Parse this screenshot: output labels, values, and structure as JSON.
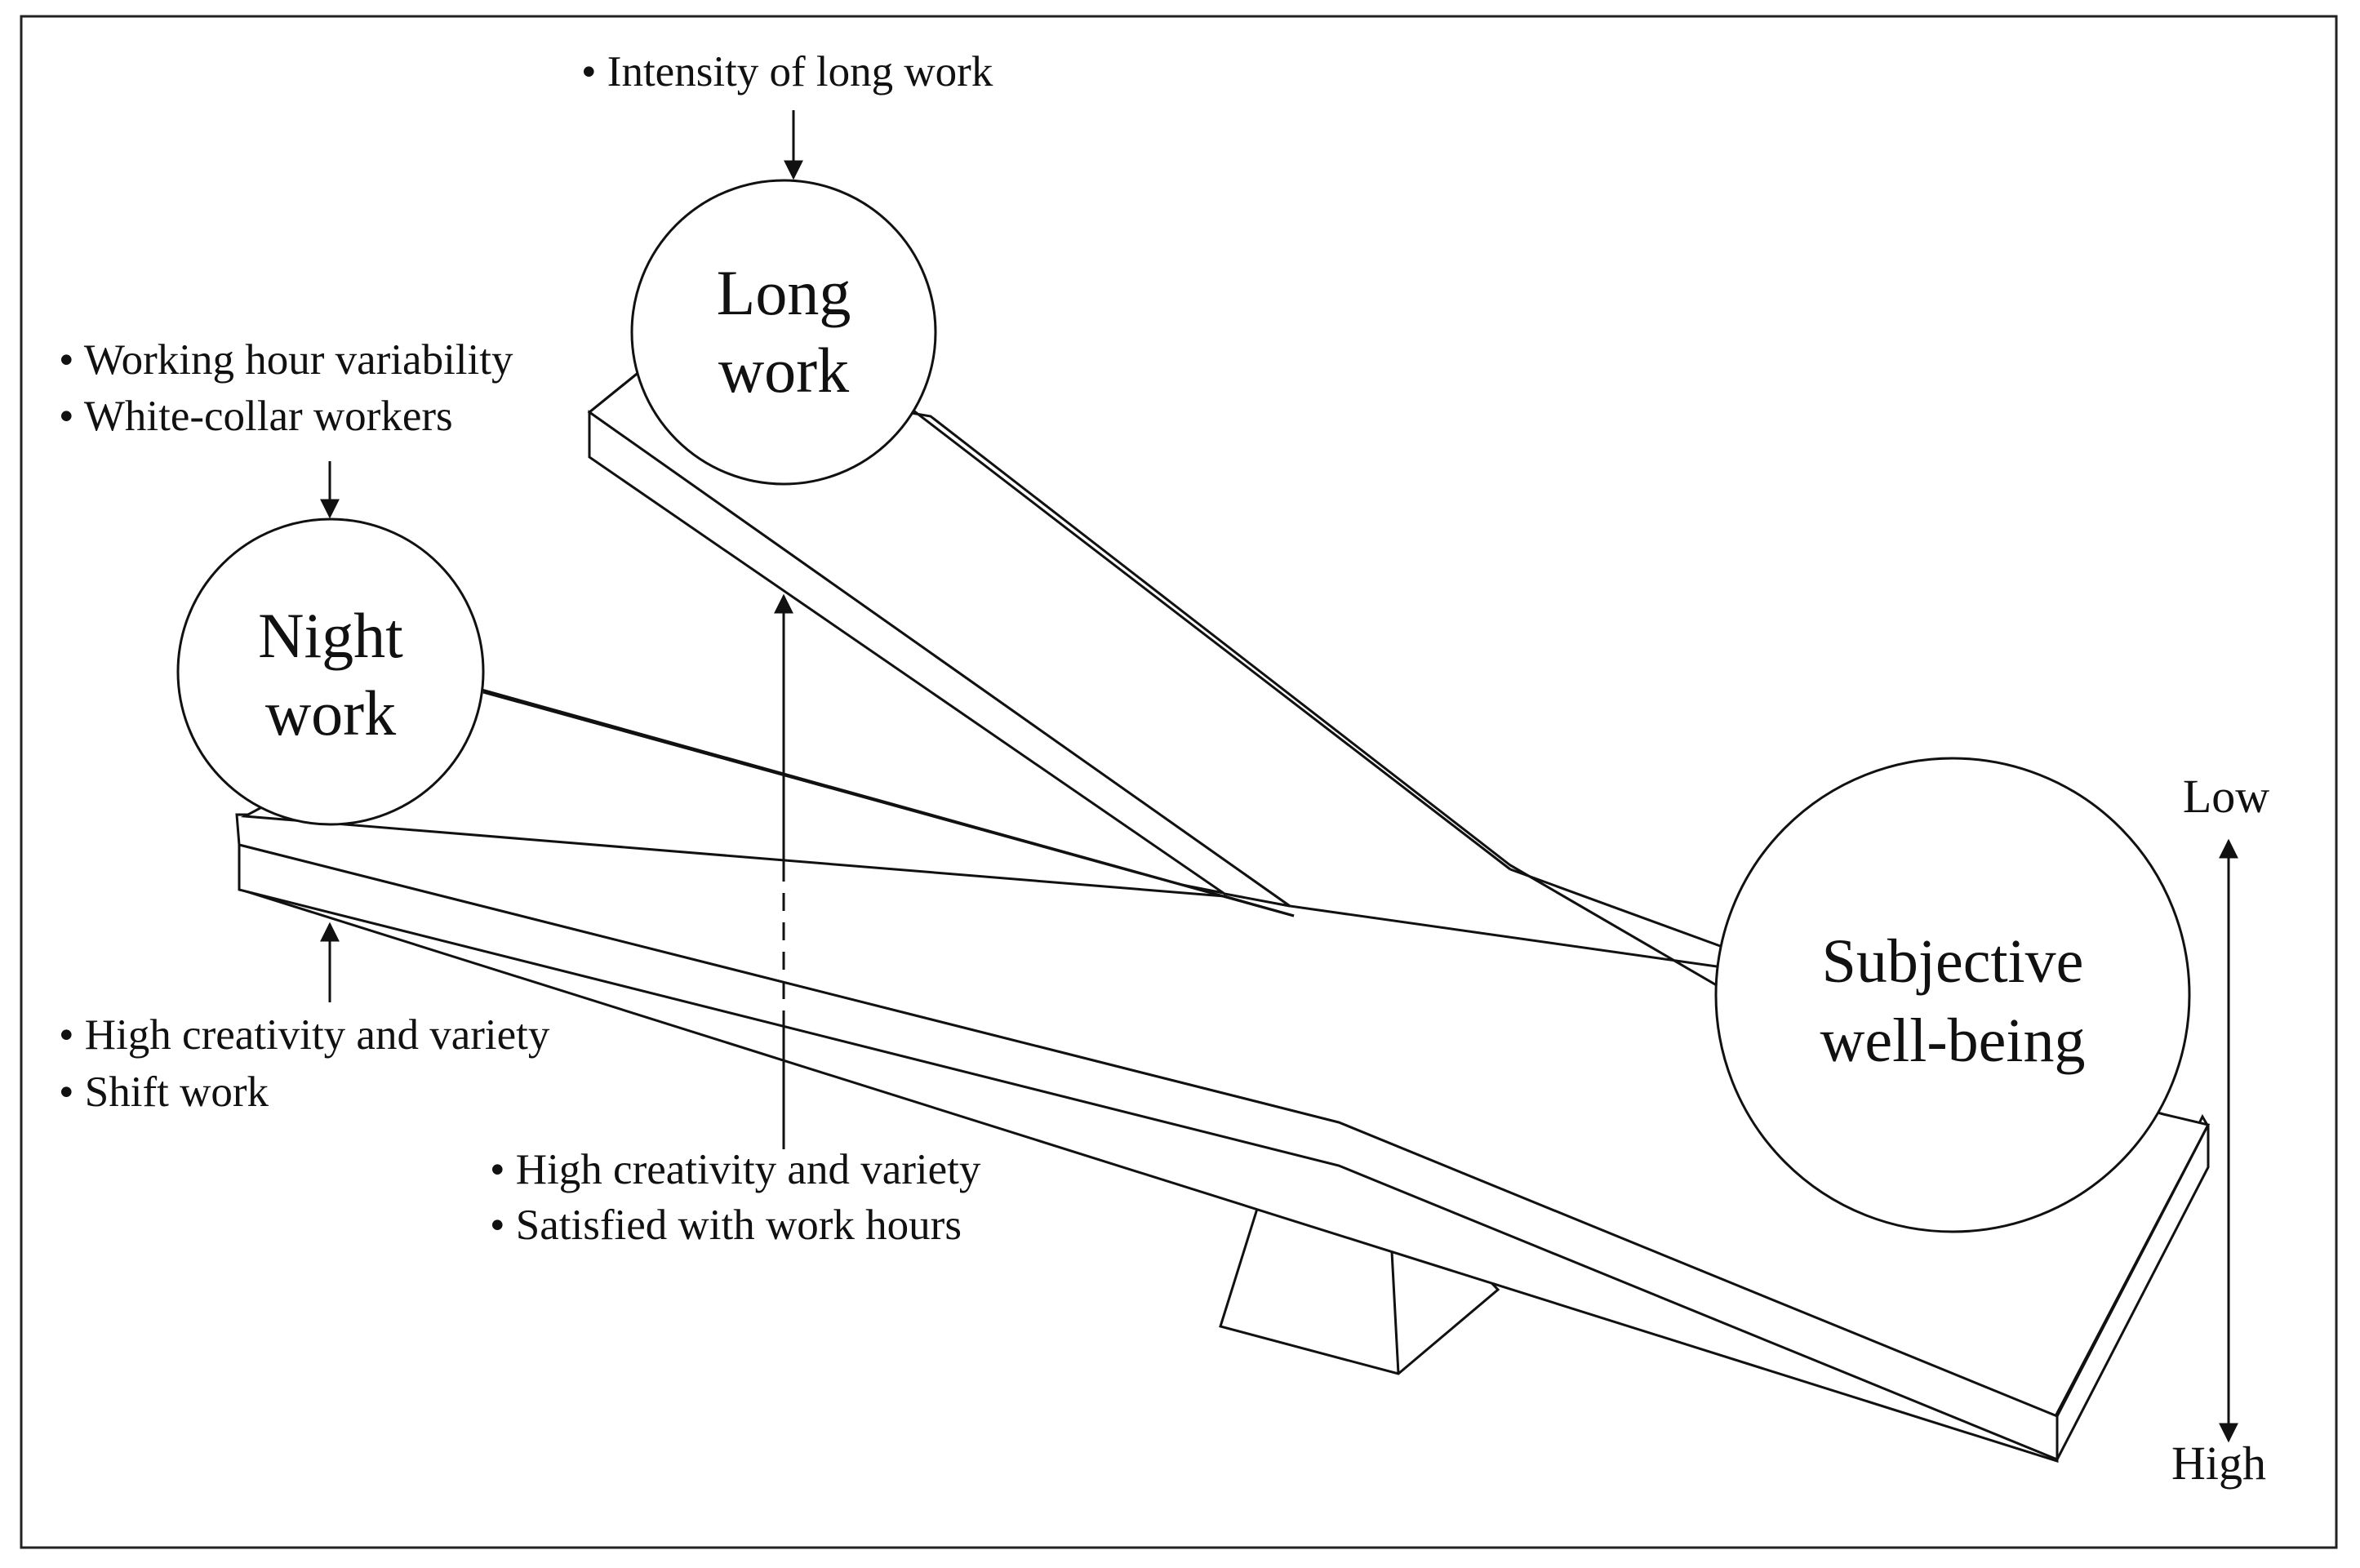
{
  "nodes": {
    "long_work": [
      "Long",
      "work"
    ],
    "night_work": [
      "Night",
      "work"
    ],
    "subjective_wellbeing": [
      "Subjective",
      "well-being"
    ]
  },
  "annotations": {
    "long_work_top": [
      "• Intensity of long work"
    ],
    "night_work_top": [
      "• Working hour variability",
      "• White-collar workers"
    ],
    "night_work_bottom": [
      "• High creativity and variety",
      "• Shift work"
    ],
    "long_work_bottom": [
      "• High creativity and variety",
      "• Satisfied with work hours"
    ]
  },
  "scale": {
    "top_label": "Low",
    "bottom_label": "High"
  }
}
